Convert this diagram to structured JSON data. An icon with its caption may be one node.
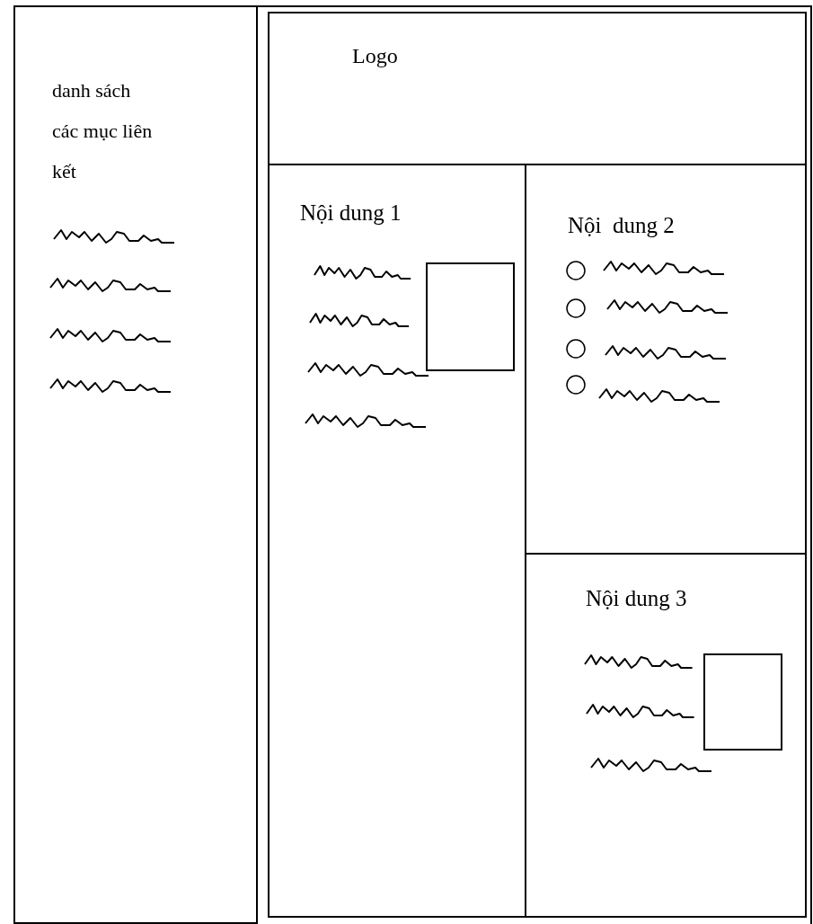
{
  "diagram": {
    "nodes": [
      {
        "text": [
          "danh sách các mục liên kết"
        ]
      },
      {
        "text": [],
        "shape": "box"
      },
      {
        "text": [
          "Logo"
        ],
        "in": 1
      },
      {
        "text": [
          "Nội dung 1"
        ],
        "in": 1
      },
      {
        "text": [],
        "shape": "box",
        "in": 3
      },
      {
        "text": [
          "Nội  dung 2"
        ],
        "in": 1
      },
      {
        "text": [
          "Nội dung 3"
        ],
        "in": 1
      },
      {
        "text": [],
        "shape": "box",
        "in": 6
      }
    ]
  }
}
